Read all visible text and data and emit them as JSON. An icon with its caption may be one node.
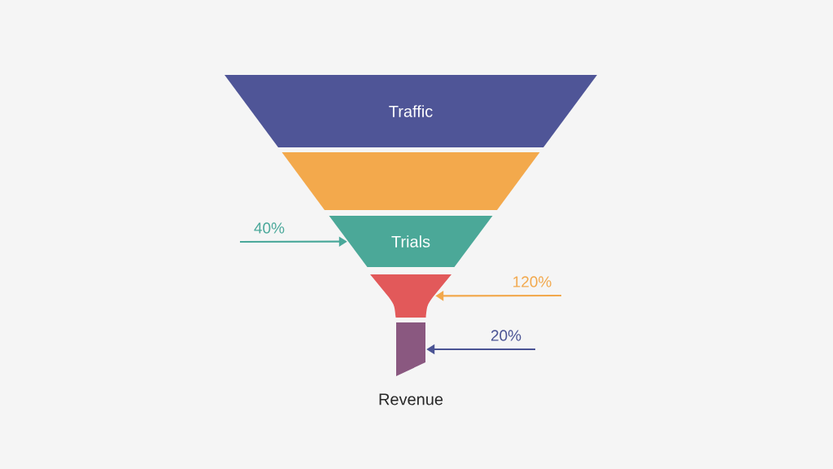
{
  "diagram": {
    "nodes": [
      {
        "text": [
          "Traffic"
        ]
      },
      {
        "text": [],
        "shape": "trapezoid"
      },
      {
        "text": [
          "Trials"
        ]
      },
      {
        "text": [],
        "shape": "trapezoid"
      },
      {
        "text": [],
        "shape": "bar",
        "beside": [
          "Revenue"
        ]
      }
    ],
    "edges": [
      {
        "from": null,
        "to": 2,
        "arrow": "to",
        "label": "40%",
        "color": "#4aa89a"
      },
      {
        "from": null,
        "to": 3,
        "arrow": "to",
        "label": "120%",
        "color": "#f2a84c"
      },
      {
        "from": null,
        "to": 4,
        "arrow": "to",
        "label": "20%",
        "color": "#4a5394"
      }
    ]
  }
}
